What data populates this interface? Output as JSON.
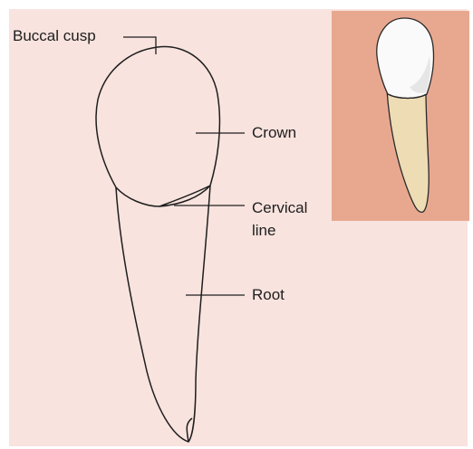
{
  "labels": {
    "buccal_cusp": "Buccal cusp",
    "crown": "Crown",
    "cervical_line_1": "Cervical",
    "cervical_line_2": "line",
    "root": "Root"
  },
  "colors": {
    "background": "#f8e3de",
    "inset_background": "#e8a890",
    "outline": "#1e1e1e",
    "enamel": "#fafafa",
    "root_fill": "#eedcb5"
  }
}
